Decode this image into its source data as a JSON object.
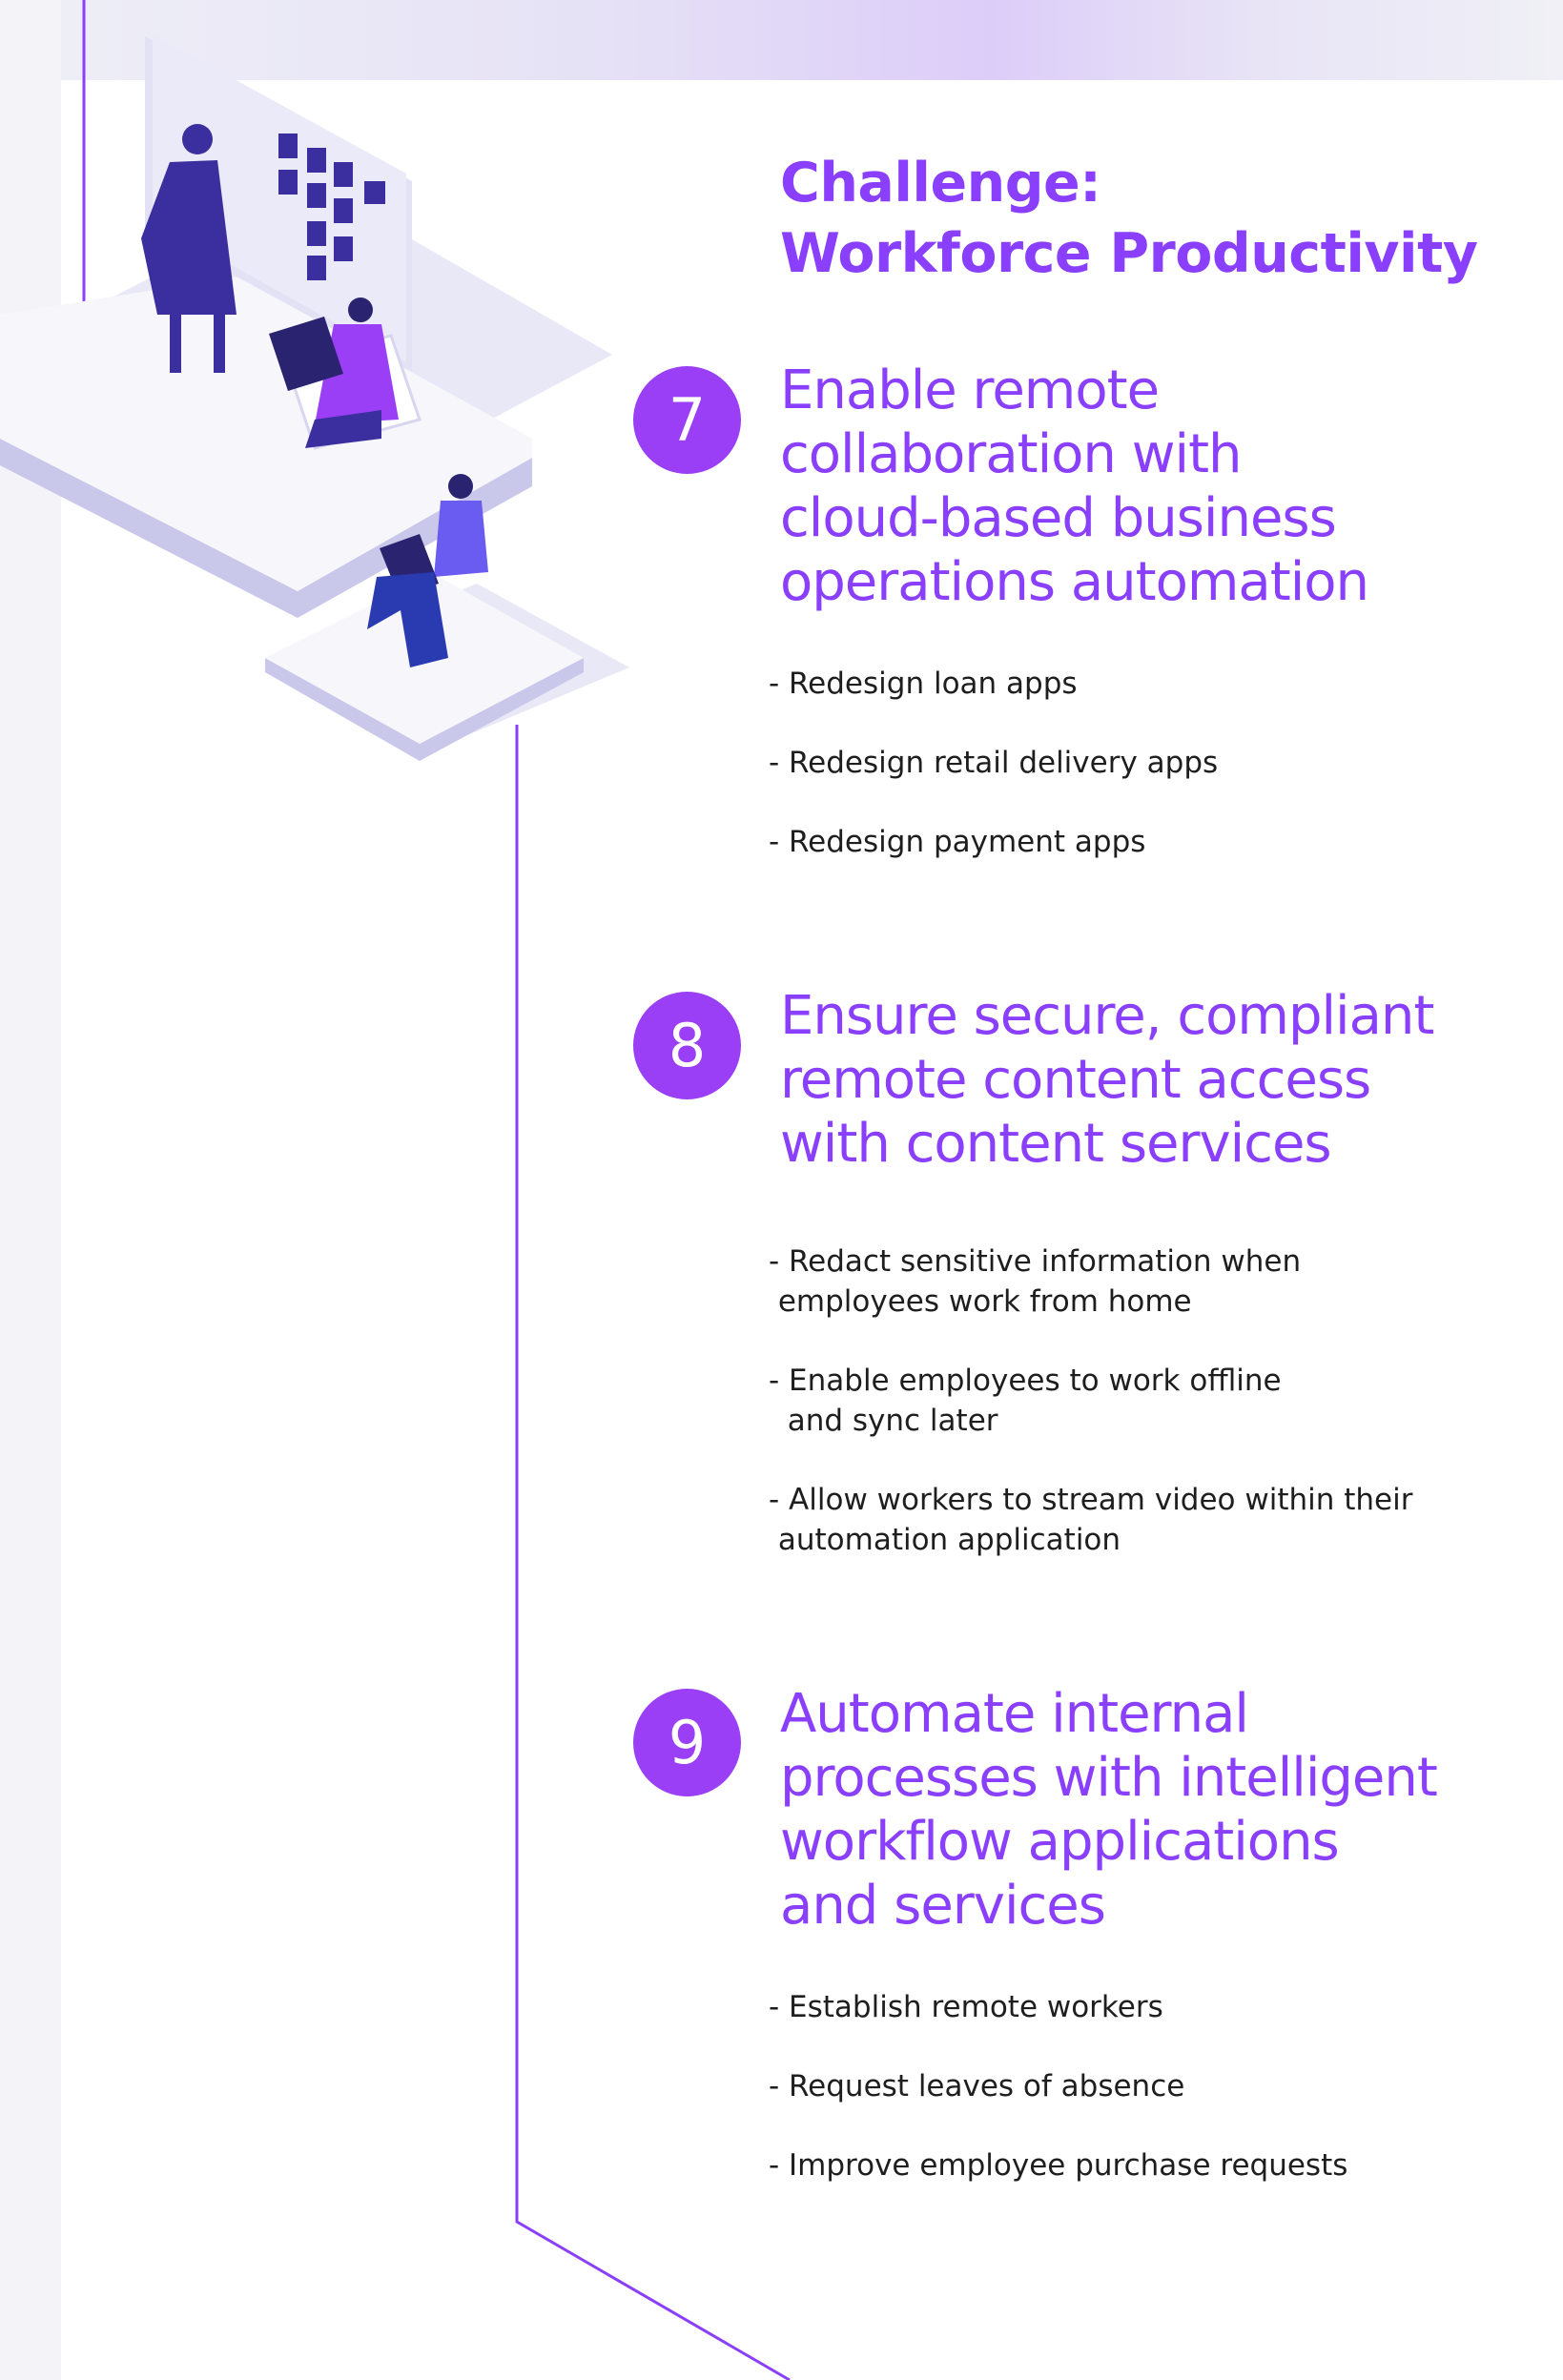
{
  "header": {
    "title_line1": "Challenge:",
    "title_line2": "Workforce Productivity"
  },
  "colors": {
    "accent": "#8a3ffc",
    "badge": "#9a3ff5",
    "text": "#1e1e1e",
    "illustration_navy": "#3b2fa0"
  },
  "sections": [
    {
      "number": "7",
      "heading": "Enable remote\ncollaboration with\ncloud-based business\noperations automation",
      "items": [
        "- Redesign loan apps",
        "- Redesign retail delivery apps",
        "- Redesign payment apps"
      ]
    },
    {
      "number": "8",
      "heading": "Ensure secure, compliant\nremote content access\nwith content services",
      "items": [
        "- Redact sensitive information when\n employees work from home",
        "- Enable employees to work offline\n  and sync later",
        "- Allow workers to stream video within their\n automation application"
      ]
    },
    {
      "number": "9",
      "heading": "Automate internal\nprocesses with intelligent\nworkflow applications\nand services",
      "items": [
        "- Establish remote workers",
        "- Request leaves of absence",
        "- Improve employee purchase requests"
      ]
    }
  ]
}
